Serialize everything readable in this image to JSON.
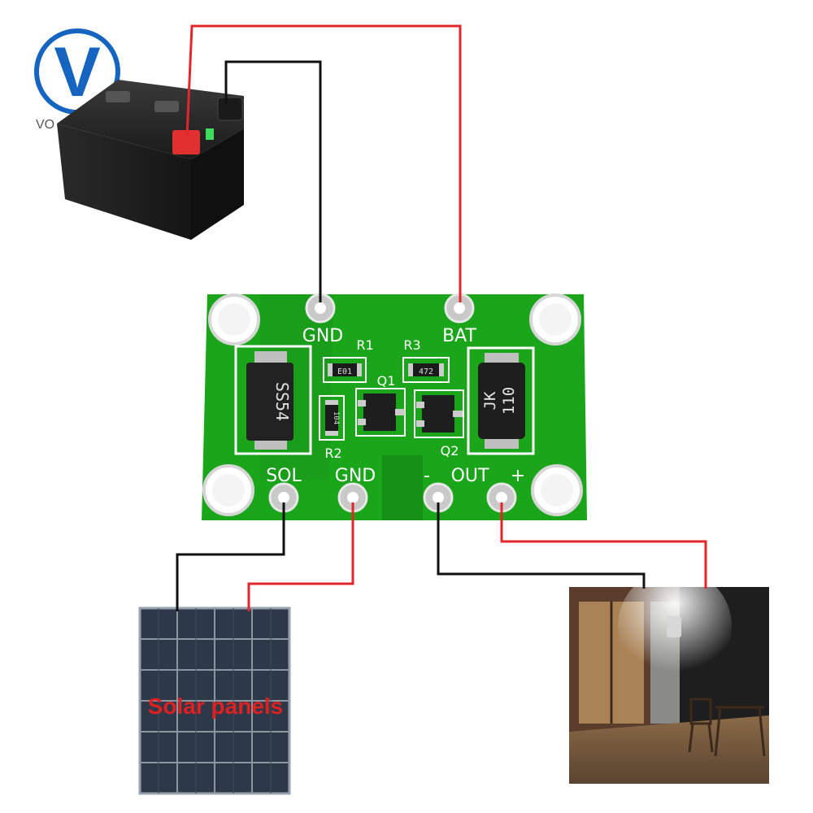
{
  "brand": {
    "letter": "V",
    "partial_text": "VO"
  },
  "board": {
    "pad_labels": {
      "gnd_top": "GND",
      "bat": "BAT",
      "sol": "SOL",
      "gnd_bottom": "GND",
      "out_minus": "-",
      "out": "OUT",
      "out_plus": "+"
    },
    "component_labels": {
      "r1": "R1",
      "r2": "R2",
      "r3": "R3",
      "q1": "Q1",
      "q2": "Q2"
    },
    "chip_markings": {
      "r1_code": "E01",
      "r2_code": "104",
      "r3_code": "472",
      "diode": "SS54",
      "fuse_line1": "JK",
      "fuse_line2": "110"
    }
  },
  "solar_panel": {
    "label": "Solar panels"
  },
  "colors": {
    "pcb_green": "#1aa51a",
    "wire_red": "#e3262b",
    "wire_black": "#111111",
    "label_red": "#e02020"
  }
}
